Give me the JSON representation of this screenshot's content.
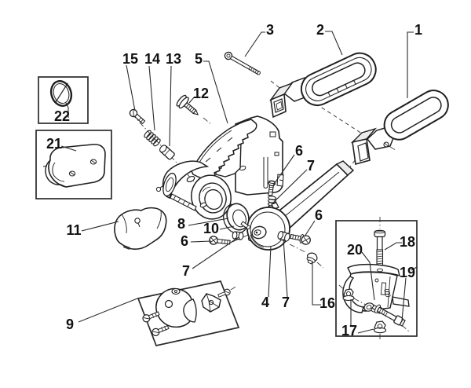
{
  "diagram": {
    "kind": "exploded-parts-diagram",
    "colors": {
      "background": "#ffffff",
      "line": "#1f1f1f",
      "shade": "#ececec"
    },
    "labels": [
      {
        "id": "part-1",
        "text": "1"
      },
      {
        "id": "part-2",
        "text": "2"
      },
      {
        "id": "part-3",
        "text": "3"
      },
      {
        "id": "part-5",
        "text": "5"
      },
      {
        "id": "part-15",
        "text": "15"
      },
      {
        "id": "part-14",
        "text": "14"
      },
      {
        "id": "part-13",
        "text": "13"
      },
      {
        "id": "part-12",
        "text": "12"
      },
      {
        "id": "part-6-top",
        "text": "6"
      },
      {
        "id": "part-7-top",
        "text": "7"
      },
      {
        "id": "part-8",
        "text": "8"
      },
      {
        "id": "part-10",
        "text": "10"
      },
      {
        "id": "part-6-left",
        "text": "6"
      },
      {
        "id": "part-7-left",
        "text": "7"
      },
      {
        "id": "part-11",
        "text": "11"
      },
      {
        "id": "part-9",
        "text": "9"
      },
      {
        "id": "part-4",
        "text": "4"
      },
      {
        "id": "part-7-bottom",
        "text": "7"
      },
      {
        "id": "part-16",
        "text": "16"
      },
      {
        "id": "part-6-right",
        "text": "6"
      },
      {
        "id": "part-18",
        "text": "18"
      },
      {
        "id": "part-20",
        "text": "20"
      },
      {
        "id": "part-19",
        "text": "19"
      },
      {
        "id": "part-17",
        "text": "17"
      },
      {
        "id": "part-21",
        "text": "21"
      },
      {
        "id": "part-22",
        "text": "22"
      }
    ]
  }
}
